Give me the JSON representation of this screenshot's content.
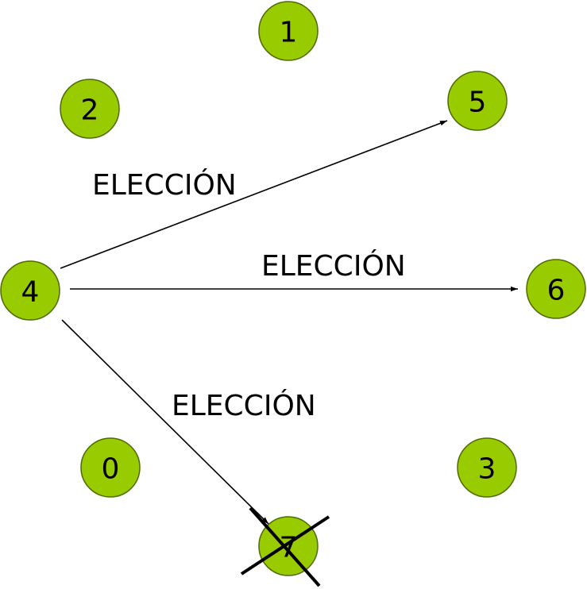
{
  "diagram": {
    "nodes": [
      {
        "id": "1",
        "label": "1"
      },
      {
        "id": "2",
        "label": "2"
      },
      {
        "id": "5",
        "label": "5"
      },
      {
        "id": "4",
        "label": "4"
      },
      {
        "id": "6",
        "label": "6"
      },
      {
        "id": "0",
        "label": "0"
      },
      {
        "id": "3",
        "label": "3"
      },
      {
        "id": "7",
        "label": "7",
        "crossed_out": true
      }
    ],
    "edges": [
      {
        "from": "4",
        "to": "5",
        "label": "ELECCIÓN"
      },
      {
        "from": "4",
        "to": "6",
        "label": "ELECCIÓN"
      },
      {
        "from": "4",
        "to": "7",
        "label": "ELECCIÓN"
      }
    ],
    "colors": {
      "node_fill": "#99cc00",
      "node_stroke": "#4d6b00",
      "edge": "#000000"
    }
  }
}
